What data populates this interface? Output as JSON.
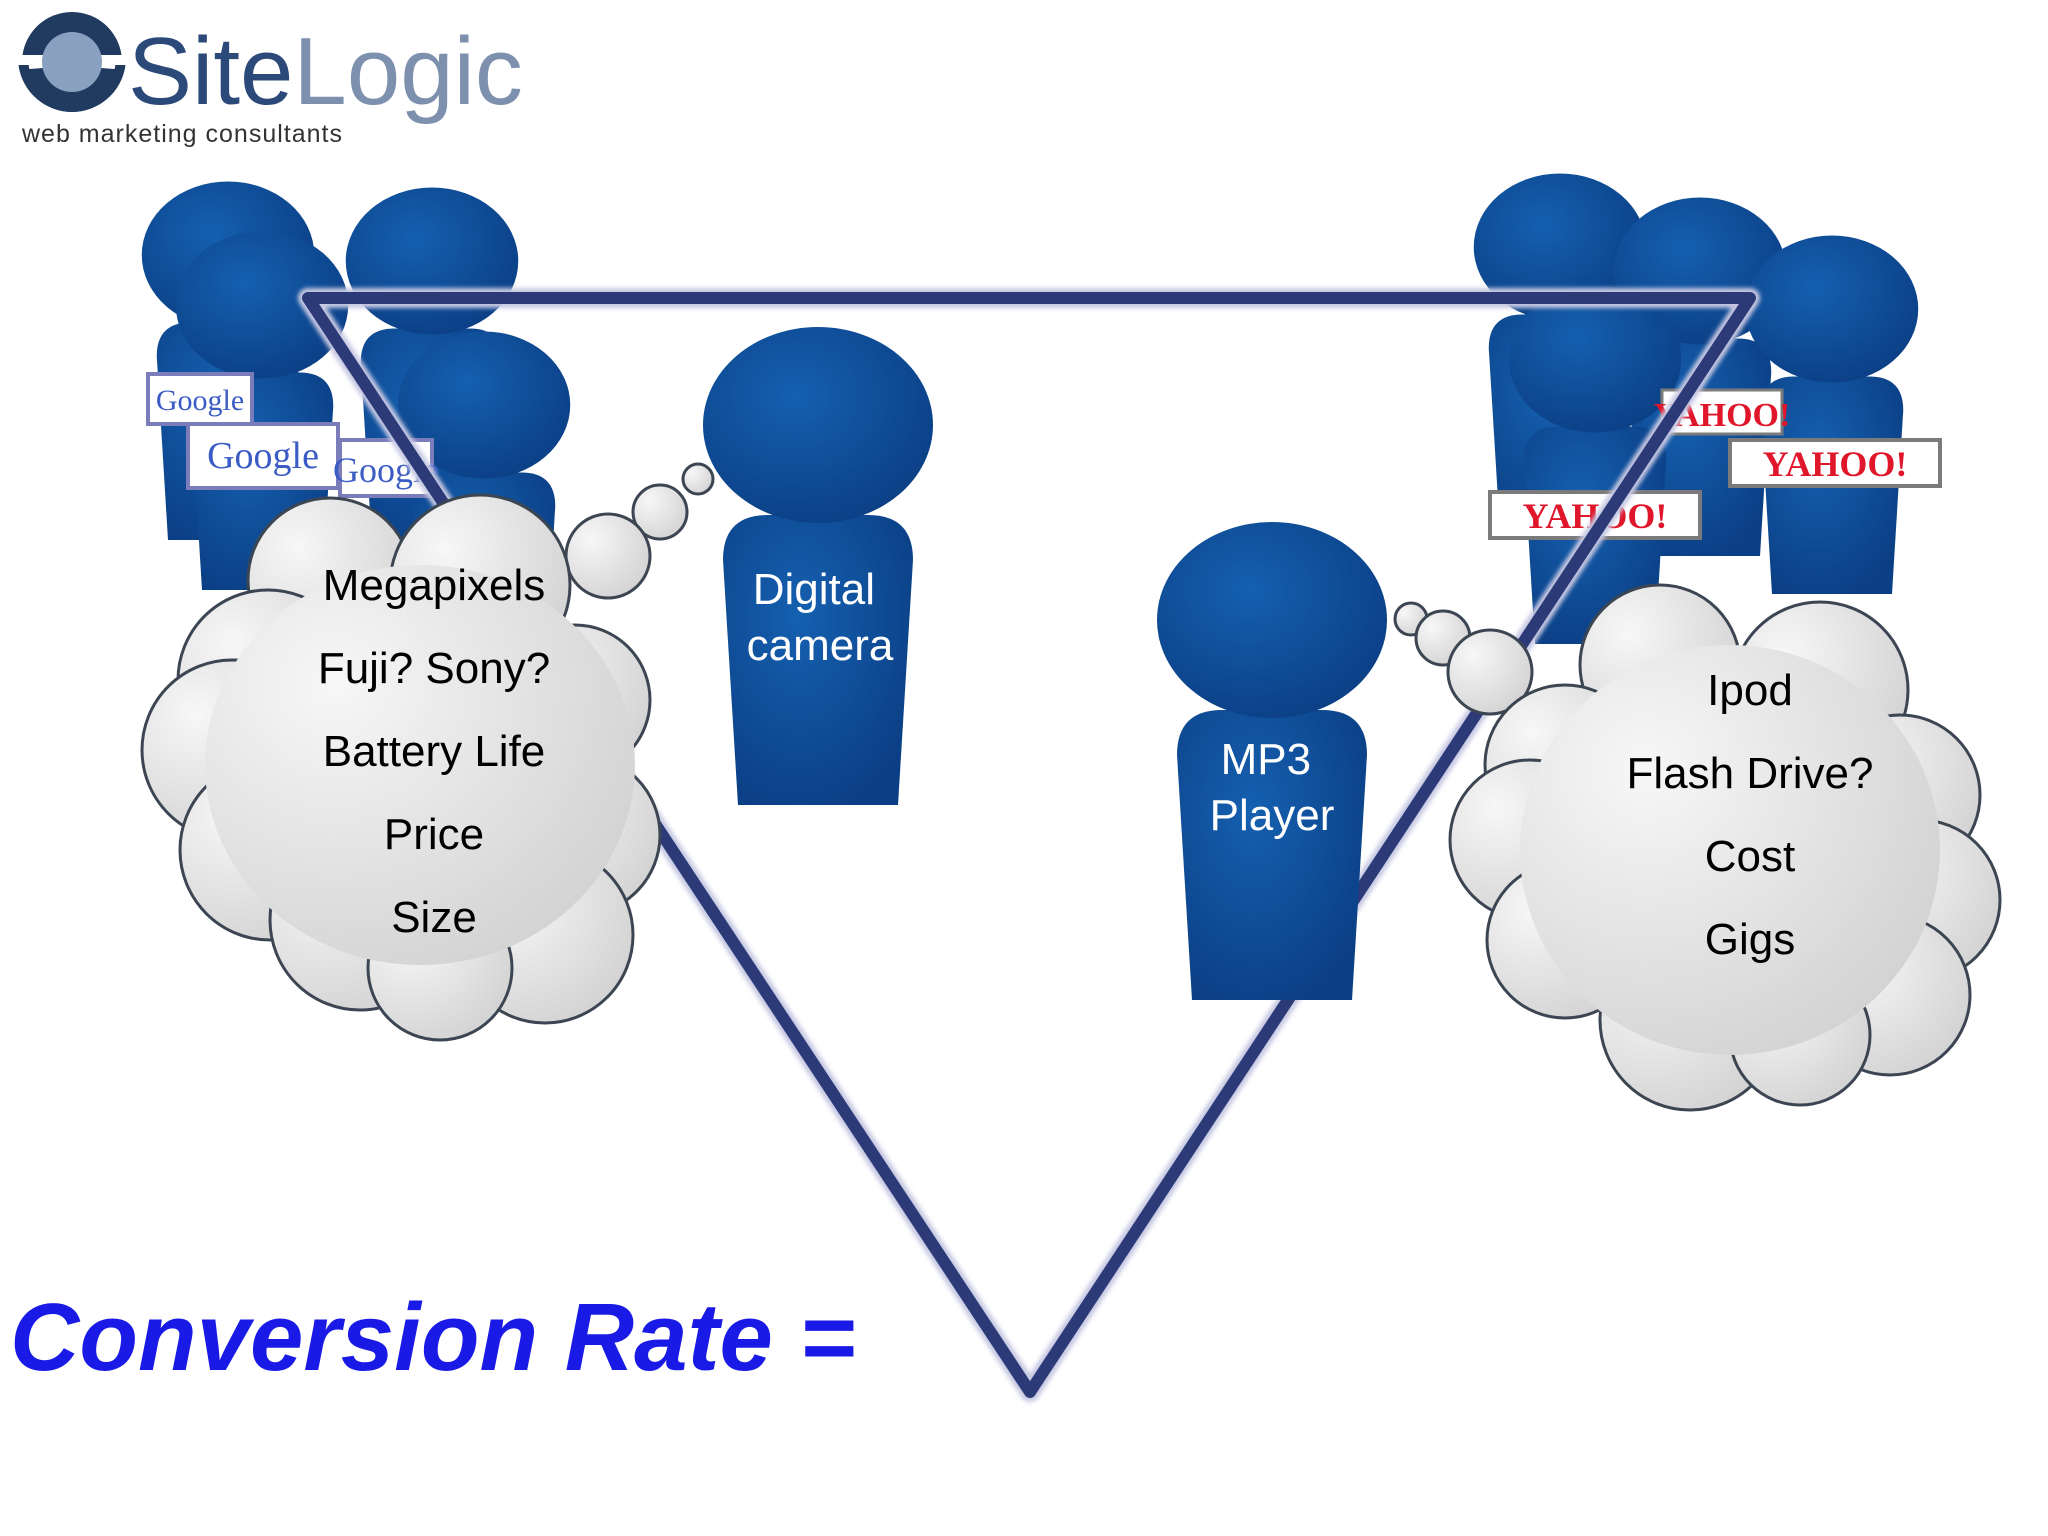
{
  "logo": {
    "brand_part1": "Site",
    "brand_part2": "Logic",
    "tagline": "web marketing consultants"
  },
  "colors": {
    "person_fill": "#0d4a94",
    "person_edge": "#103e80",
    "funnel_stroke": "#2c3a78",
    "cloud_fill": "#e8e8e8",
    "cloud_stroke": "#3c4652",
    "conversion_text": "#1a1ae6",
    "google_blue": "#3b5cc4",
    "yahoo_red": "#e0162b"
  },
  "search_badges": {
    "google": "Google",
    "yahoo": "YAHOO!"
  },
  "persons": {
    "digital_camera": {
      "line1": "Digital",
      "line2": "camera"
    },
    "mp3_player": {
      "line1": "MP3",
      "line2": "Player"
    }
  },
  "thoughts": {
    "camera": [
      "Megapixels",
      "Fuji? Sony?",
      "Battery Life",
      "Price",
      "Size"
    ],
    "mp3": [
      "Ipod",
      "Flash Drive?",
      "Cost",
      "Gigs"
    ]
  },
  "footer": {
    "conversion_label": "Conversion Rate ="
  }
}
